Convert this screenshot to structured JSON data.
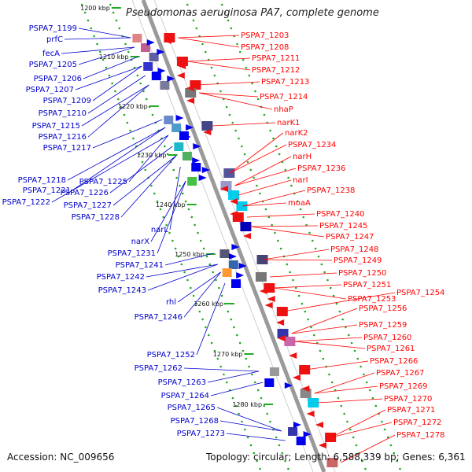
{
  "title": "Pseudomonas aeruginosa PA7, complete genome",
  "footer": {
    "accession": "Accession: NC_009656",
    "topology": "Topology: circular; Length: 6,588,339 bp; Genes: 6,361"
  },
  "colors": {
    "left_labels": "#0000cc",
    "right_labels": "#ff0000",
    "backbone": "#9a9a9a",
    "dots": "#22aa22"
  },
  "kbp_ticks": [
    "1200 kbp",
    "1210 kbp",
    "1220 kbp",
    "1230 kbp",
    "1240 kbp",
    "1250 kbp",
    "1260 kbp",
    "1270 kbp",
    "1280 kbp"
  ],
  "left_labels": [
    "PSPA7_1199",
    "prfC",
    "fecA",
    "PSPA7_1205",
    "PSPA7_1206",
    "PSPA7_1207",
    "PSPA7_1209",
    "PSPA7_1210",
    "PSPA7_1215",
    "PSPA7_1216",
    "PSPA7_1217",
    "PSPA7_1218",
    "PSPA7_1221",
    "PSPA7_1222",
    "PSPA7_1225",
    "PSPA7_1226",
    "PSPA7_1227",
    "PSPA7_1228",
    "narL",
    "narX",
    "PSPA7_1231",
    "PSPA7_1241",
    "PSPA7_1242",
    "PSPA7_1243",
    "rhl",
    "PSPA7_1246",
    "PSPA7_1252",
    "PSPA7_1262",
    "PSPA7_1263",
    "PSPA7_1264",
    "PSPA7_1265",
    "PSPA7_1268",
    "PSPA7_1273"
  ],
  "right_labels": [
    "PSPA7_1203",
    "PSPA7_1208",
    "PSPA7_1211",
    "PSPA7_1212",
    "PSPA7_1213",
    "PSPA7_1214",
    "nhaP",
    "narK1",
    "narK2",
    "PSPA7_1234",
    "narH",
    "PSPA7_1236",
    "narI",
    "PSPA7_1238",
    "moaA",
    "PSPA7_1240",
    "PSPA7_1245",
    "PSPA7_1247",
    "PSPA7_1248",
    "PSPA7_1249",
    "PSPA7_1250",
    "PSPA7_1251",
    "PSPA7_1253",
    "PSPA7_1254",
    "PSPA7_1256",
    "PSPA7_1259",
    "PSPA7_1260",
    "PSPA7_1261",
    "PSPA7_1266",
    "PSPA7_1267",
    "PSPA7_1269",
    "PSPA7_1270",
    "PSPA7_1271",
    "PSPA7_1272",
    "PSPA7_1278"
  ]
}
